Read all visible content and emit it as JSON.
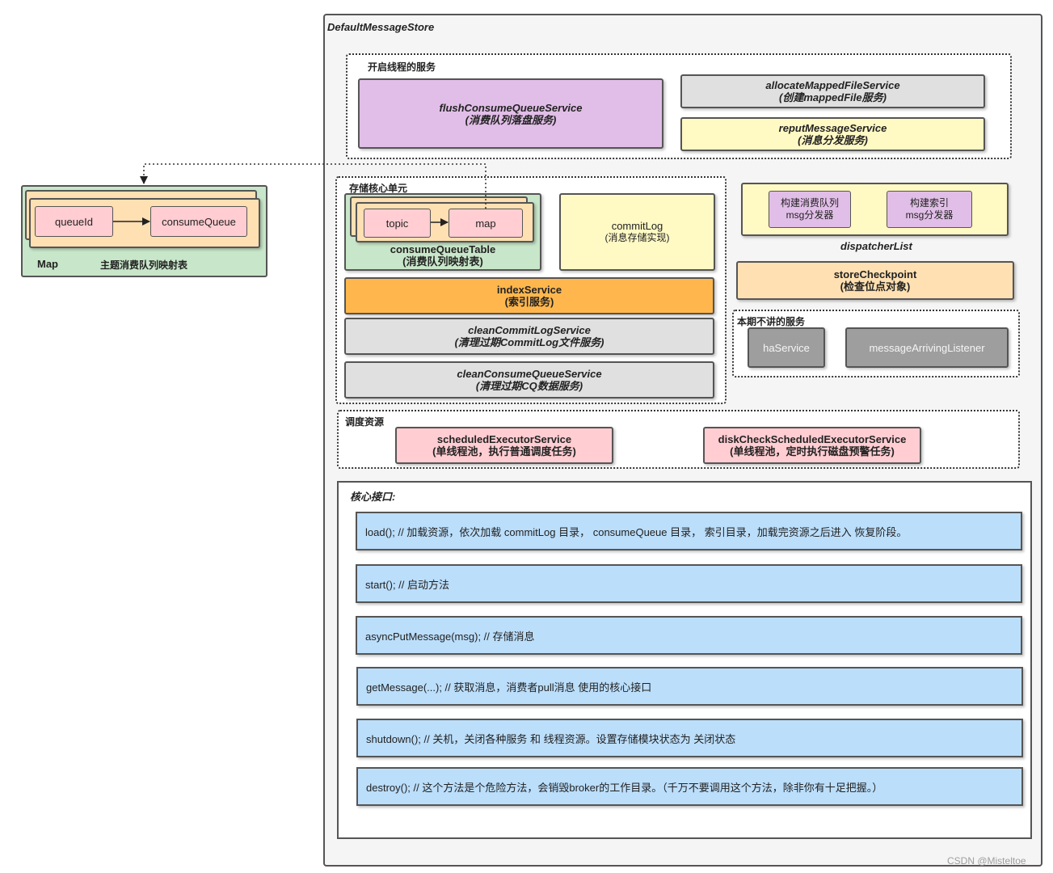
{
  "store_title": "DefaultMessageStore",
  "thread_services": {
    "label": "开启线程的服务",
    "flush": {
      "name": "flushConsumeQueueService",
      "desc": "(消费队列落盘服务)"
    },
    "allocate": {
      "name": "allocateMappedFileService",
      "desc": "(创建mappedFile服务)"
    },
    "reput": {
      "name": "reputMessageService",
      "desc": "(消息分发服务)"
    }
  },
  "storage_core": {
    "label": "存储核心单元",
    "topic": "topic",
    "map": "map",
    "table": {
      "name": "consumeQueueTable",
      "desc": "(消费队列映射表)"
    },
    "commitlog": {
      "name": "commitLog",
      "desc": "(消息存储实现)"
    },
    "index": {
      "name": "indexService",
      "desc": "(索引服务)"
    },
    "clean_commitlog": {
      "name": "cleanCommitLogService",
      "desc": "(清理过期CommitLog文件服务)"
    },
    "clean_cq": {
      "name": "cleanConsumeQueueService",
      "desc": "(清理过期CQ数据服务)"
    }
  },
  "map_panel": {
    "queue_id": "queueId",
    "consume_queue": "consumeQueue",
    "label": "Map",
    "desc": "主题消费队列映射表"
  },
  "dispatcher": {
    "build_cq": {
      "line1": "构建消费队列",
      "line2": "msg分发器"
    },
    "build_index": {
      "line1": "构建索引",
      "line2": "msg分发器"
    },
    "label": "dispatcherList"
  },
  "checkpoint": {
    "name": "storeCheckpoint",
    "desc": "(检查位点对象)"
  },
  "not_covered": {
    "label": "本期不讲的服务",
    "ha": "haService",
    "listener": "messageArrivingListener"
  },
  "schedule": {
    "label": "调度资源",
    "executor": {
      "name": "scheduledExecutorService",
      "desc": "(单线程池，执行普通调度任务)"
    },
    "disk_executor": {
      "name": "diskCheckScheduledExecutorService",
      "desc": "(单线程池，定时执行磁盘预警任务)"
    }
  },
  "core_api": {
    "label": "核心接口:",
    "items": [
      "load(); // 加载资源，依次加载 commitLog 目录， consumeQueue 目录， 索引目录，加载完资源之后进入 恢复阶段。",
      "start(); // 启动方法",
      "asyncPutMessage(msg); // 存储消息",
      "getMessage(...); // 获取消息，消费者pull消息 使用的核心接口",
      "shutdown(); // 关机，关闭各种服务 和 线程资源。设置存储模块状态为 关闭状态",
      "destroy(); // 这个方法是个危险方法，会销毁broker的工作目录。（千万不要调用这个方法，除非你有十足把握。）"
    ]
  },
  "watermark": "CSDN @Misteltoe"
}
